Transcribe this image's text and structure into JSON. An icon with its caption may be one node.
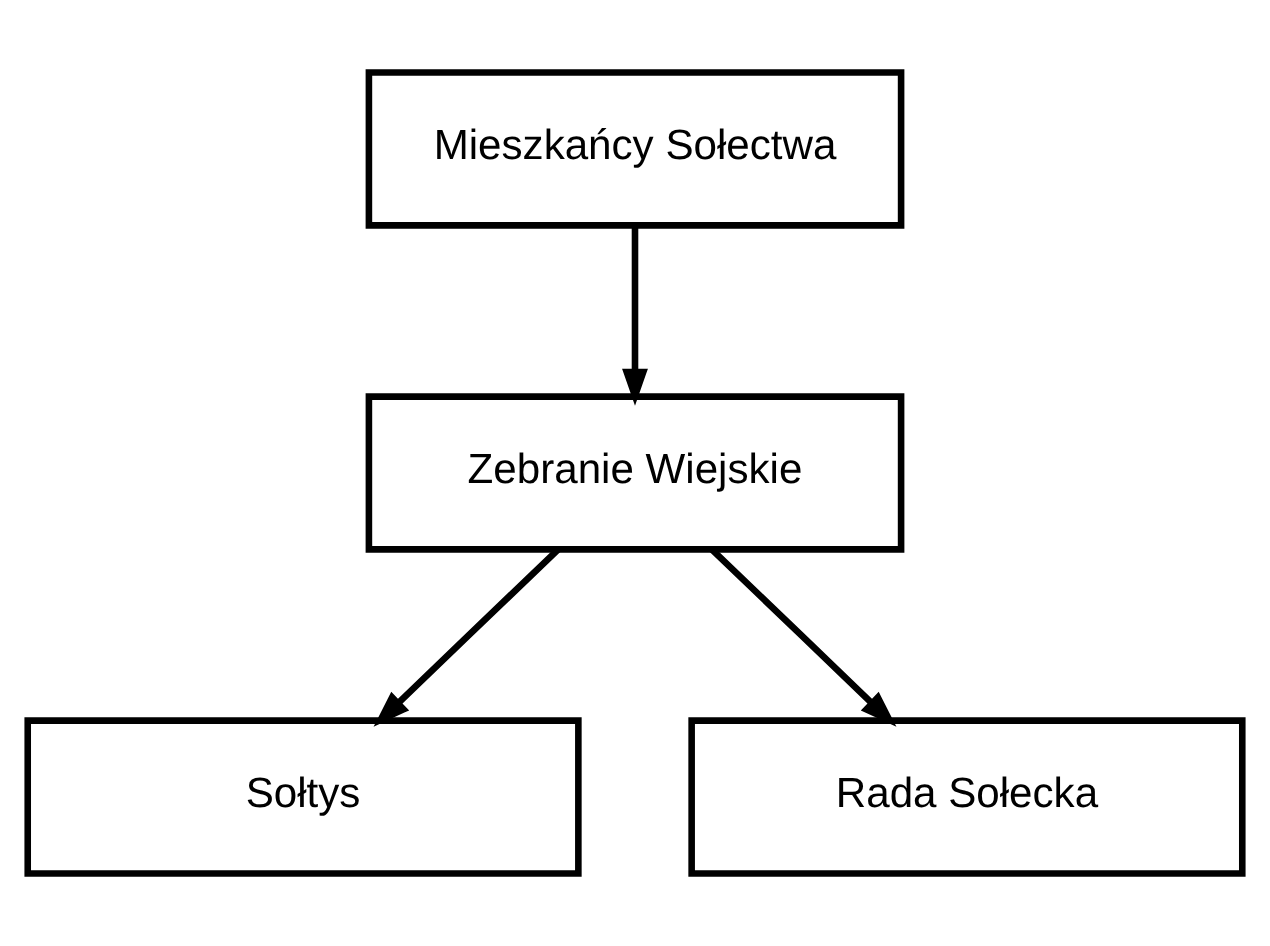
{
  "diagram": {
    "nodes": [
      {
        "text": [
          "Mieszkańcy Sołectwa"
        ]
      },
      {
        "text": [
          "Zebranie Wiejskie"
        ]
      },
      {
        "text": [
          "Sołtys"
        ]
      },
      {
        "text": [
          "Rada Sołecka"
        ]
      }
    ],
    "edges": [
      {
        "from": 0,
        "to": 1,
        "arrow": "to"
      },
      {
        "from": 1,
        "to": 2,
        "arrow": "to"
      },
      {
        "from": 1,
        "to": 3,
        "arrow": "to"
      }
    ]
  }
}
